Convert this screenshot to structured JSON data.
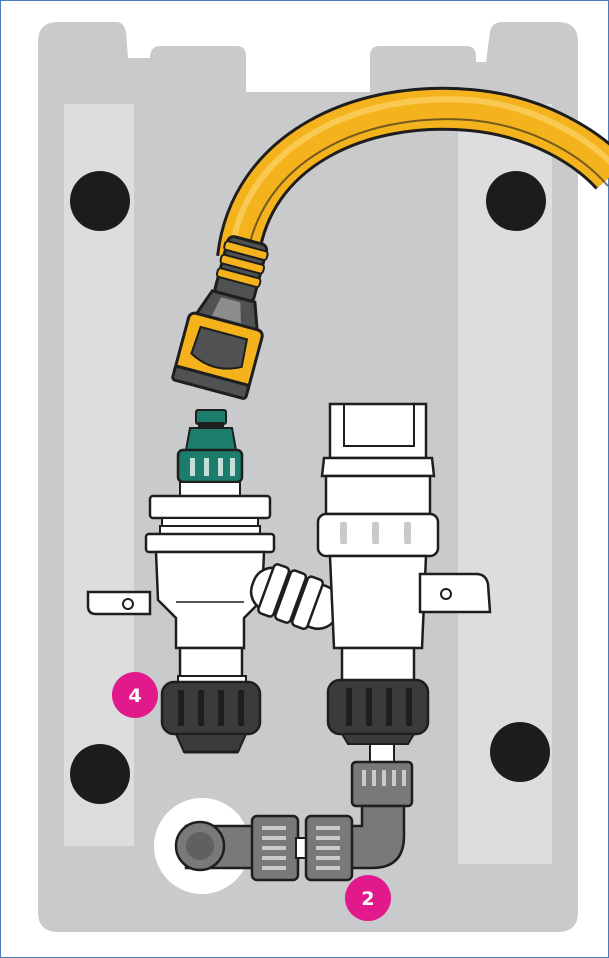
{
  "colors": {
    "frame_border": "#4a7ab8",
    "panel": "#c9cacc",
    "panel_rail": "#dcdddf",
    "mount_hole": "#1c1c1c",
    "hose": "#f4b31c",
    "hose_outline": "#1e1e1e",
    "connector_dark": "#4f5152",
    "connector_light": "#8a8c8e",
    "tap_adapter": "#1d7d6d",
    "fitting_white": "#ffffff",
    "fitting_outline": "#2a2a2a",
    "nut_dark": "#3a3b3d",
    "pipe_grey": "#77797b",
    "callout": "#e2198a"
  },
  "diagram": {
    "components": [
      {
        "name": "hose",
        "icon": "garden-hose-icon"
      },
      {
        "name": "hose-connector",
        "icon": "hose-connector-icon"
      },
      {
        "name": "tap-adapter",
        "icon": "tap-adapter-icon"
      },
      {
        "name": "inlet-valve",
        "icon": "valve-icon"
      },
      {
        "name": "outlet-fitting",
        "icon": "fitting-icon"
      },
      {
        "name": "elbow-pipe",
        "icon": "elbow-pipe-icon"
      },
      {
        "name": "mounting-holes",
        "icon": "screw-hole-icon"
      }
    ],
    "callouts": [
      {
        "label": "4"
      },
      {
        "label": "2"
      }
    ]
  }
}
